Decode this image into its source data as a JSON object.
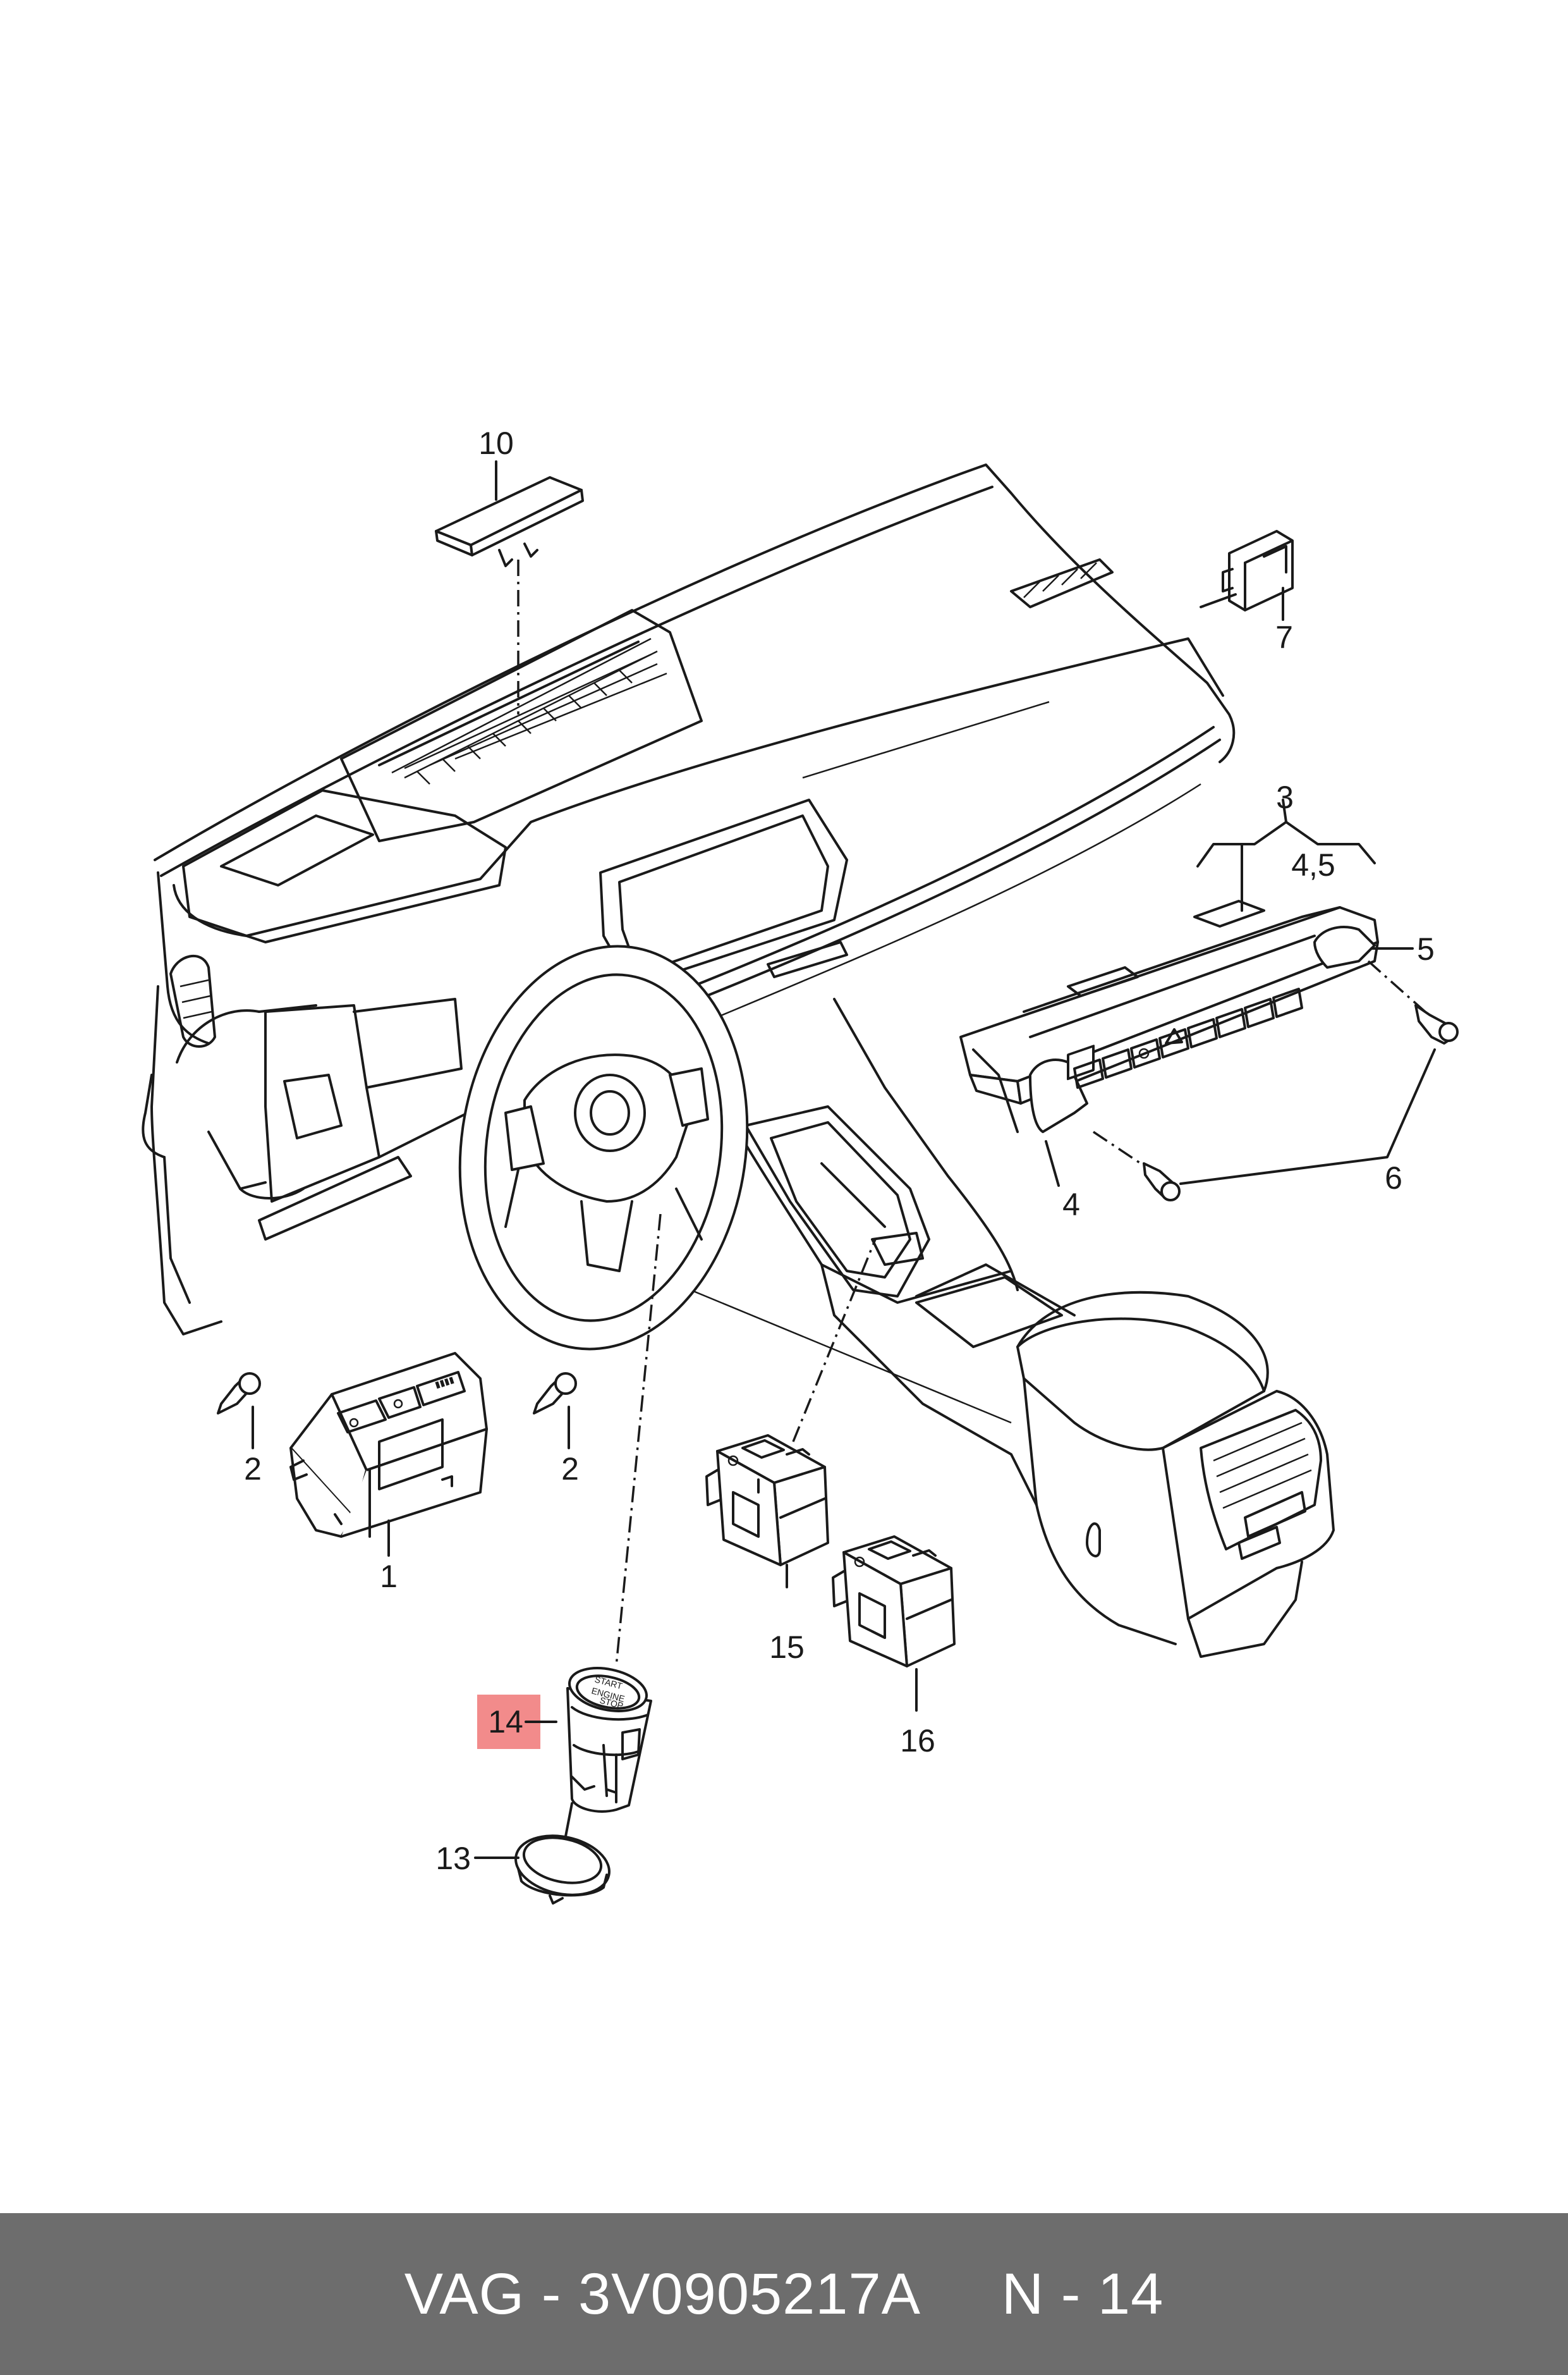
{
  "callouts": {
    "c1": "1",
    "c2a": "2",
    "c2b": "2",
    "c3": "3",
    "c45": "4,5",
    "c4": "4",
    "c5": "5",
    "c6": "6",
    "c7": "7",
    "c10": "10",
    "c13": "13",
    "c14": "14",
    "c15": "15",
    "c16": "16"
  },
  "button_text": {
    "line1": "START",
    "line2": "ENGINE",
    "line3": "STOP"
  },
  "highlight_color": "#f28b8b",
  "footer": {
    "text": "VAG - 3V0905217A     N - 14",
    "background": "#6d6d6d"
  }
}
